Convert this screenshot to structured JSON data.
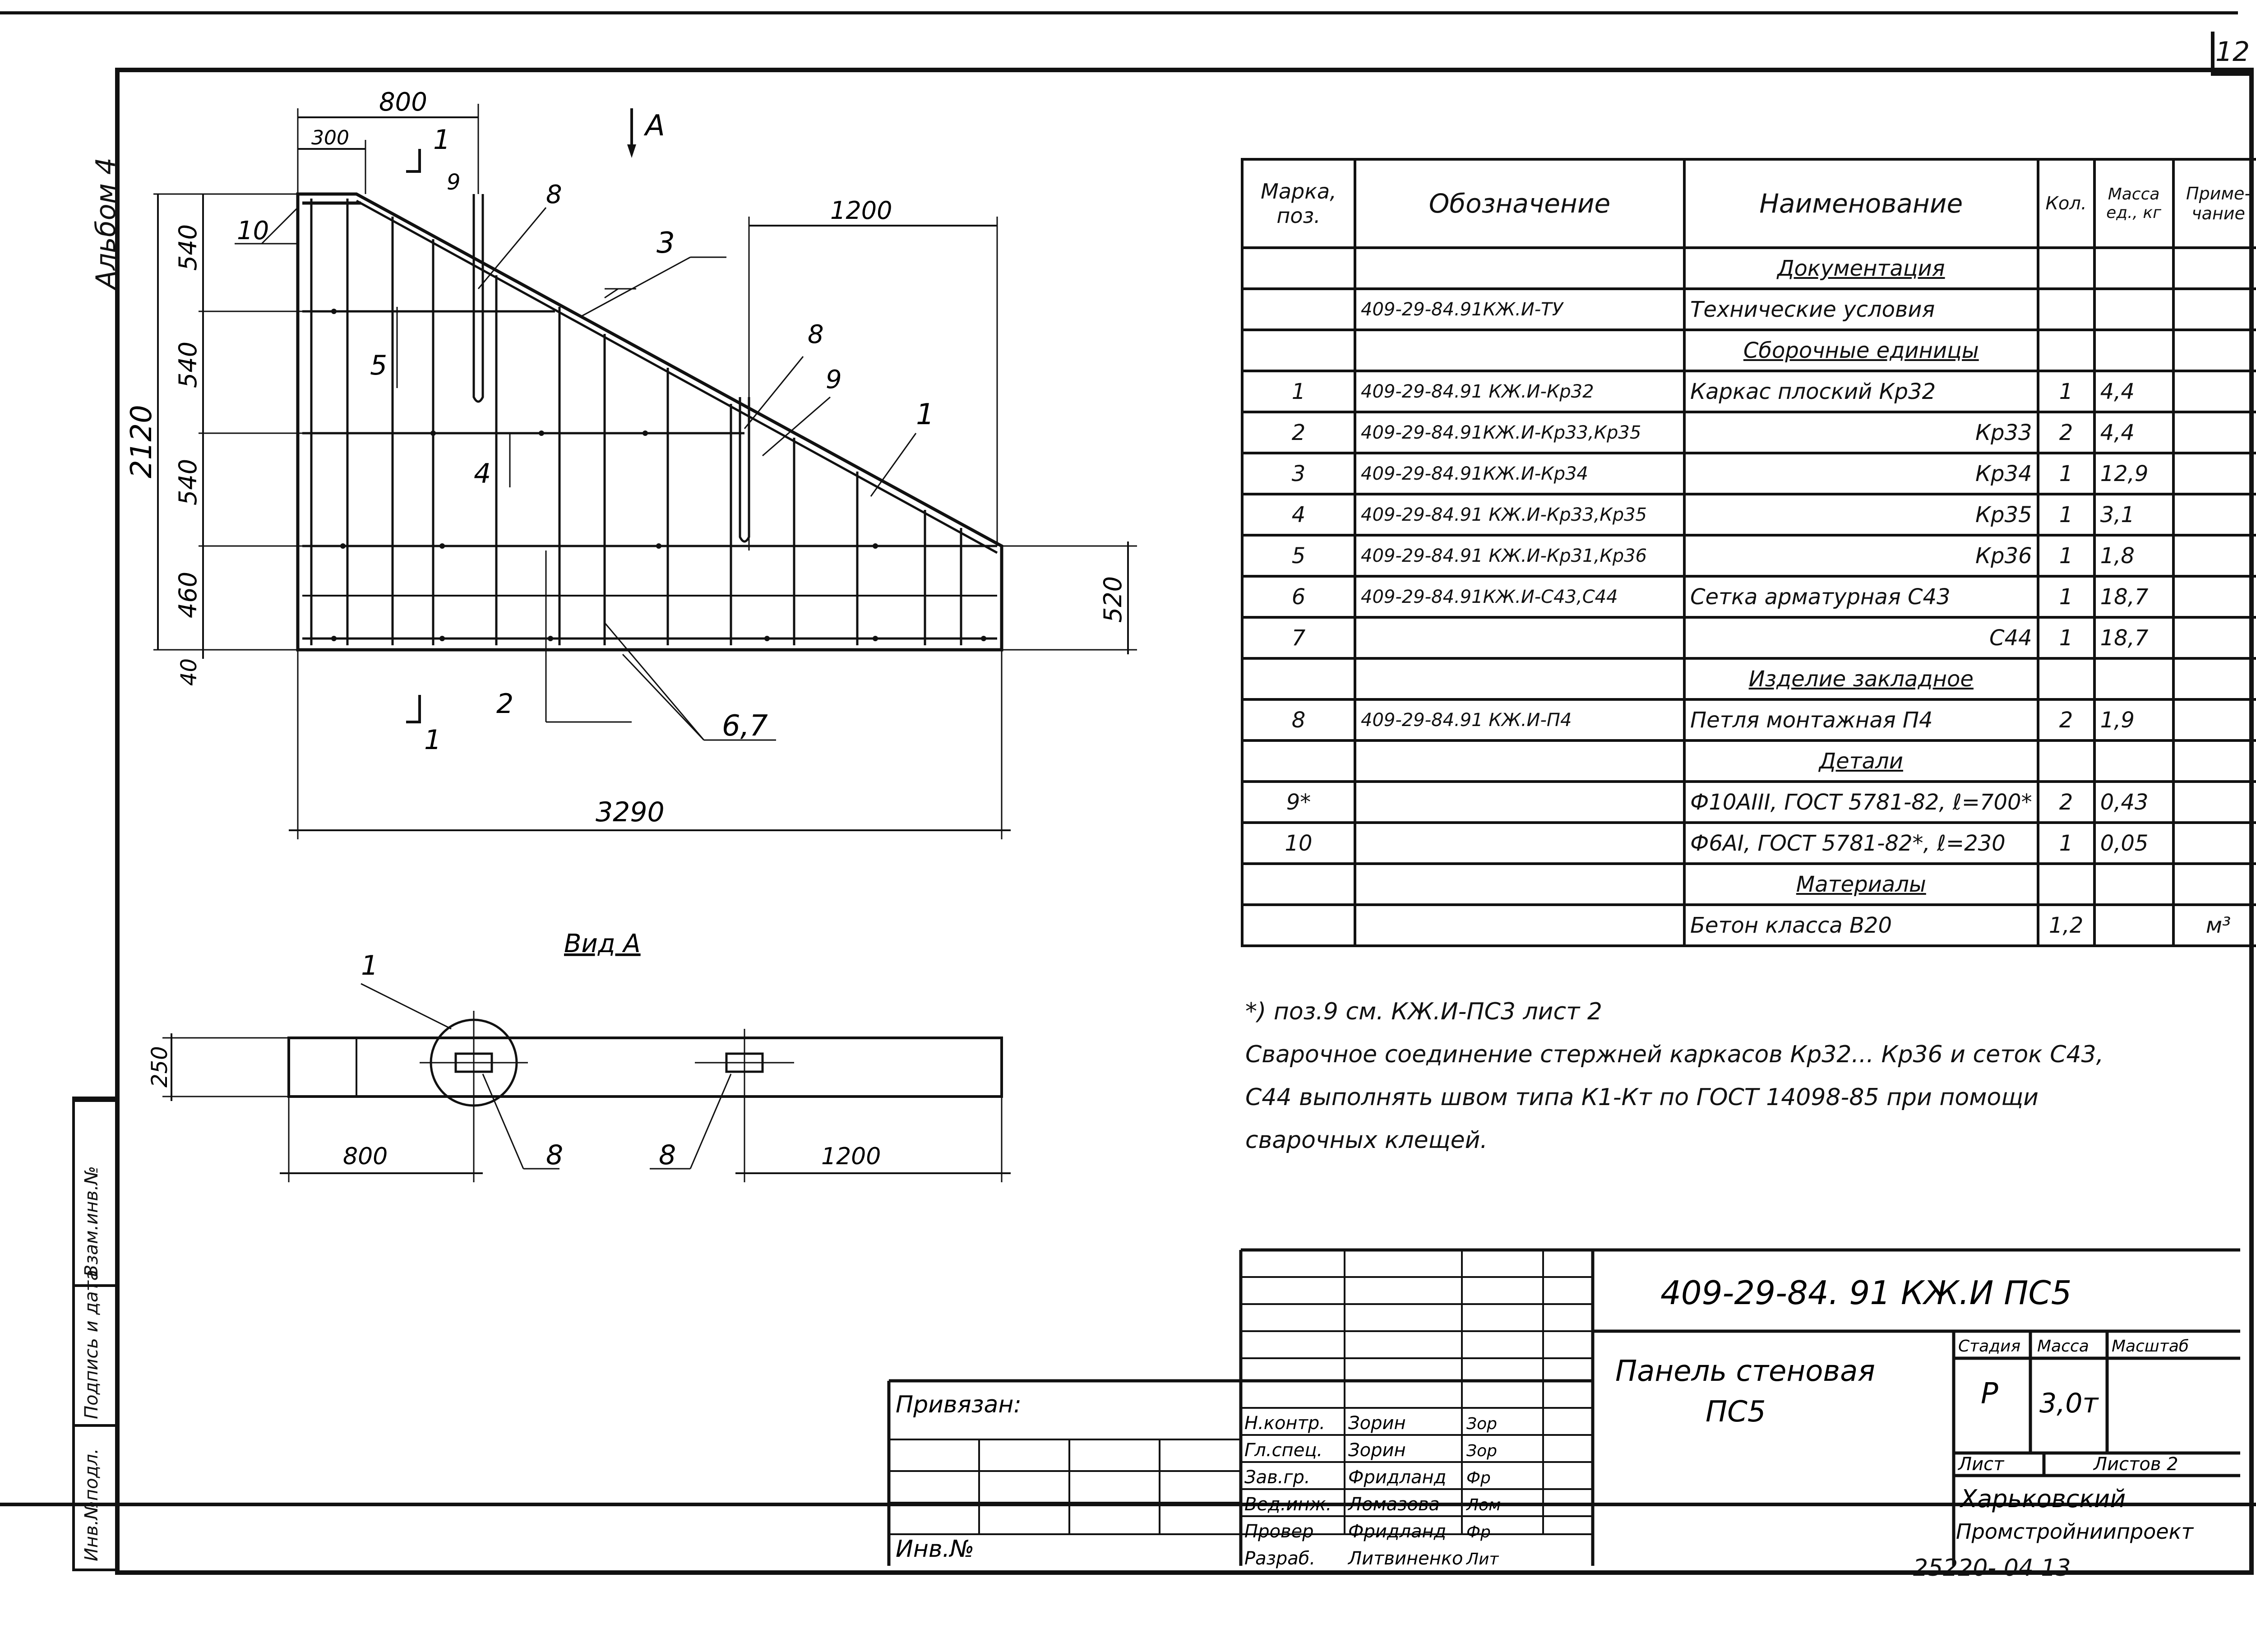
{
  "sheet": {
    "number": "12",
    "album_label": "Альбом 4",
    "bottom_code": "25220- 04 13"
  },
  "drawing": {
    "dims": {
      "d800": "800",
      "d300": "300",
      "d1200": "1200",
      "d2120": "2120",
      "d540a": "540",
      "d540b": "540",
      "d540c": "540",
      "d460": "460",
      "d40": "40",
      "d520": "520",
      "d3290": "3290",
      "v250": "250",
      "v800": "800",
      "v1200": "1200"
    },
    "callouts": {
      "c1": "1",
      "c2": "2",
      "c3": "3",
      "c4": "4",
      "c5": "5",
      "c67": "6,7",
      "c8a": "8",
      "c8b": "8",
      "c9a": "9",
      "c9b": "9",
      "c10": "10",
      "cut1a": "1",
      "cut1b": "1",
      "viewA_arrow": "A",
      "v_c1": "1",
      "v_c8a": "8",
      "v_c8b": "8"
    },
    "view_a_title": "Вид A"
  },
  "spec": {
    "headers": [
      "Марка, поз.",
      "Обозначение",
      "Наименование",
      "Кол.",
      "Масса ед., кг",
      "Приме-чание"
    ],
    "rows": [
      {
        "pos": "",
        "code": "",
        "name": "Документация",
        "qty": "",
        "mass": "",
        "note": "",
        "section": true
      },
      {
        "pos": "",
        "code": "409-29-84.91КЖ.И-ТУ",
        "name": "Технические условия",
        "qty": "",
        "mass": "",
        "note": ""
      },
      {
        "pos": "",
        "code": "",
        "name": "Сборочные единицы",
        "qty": "",
        "mass": "",
        "note": "",
        "section": true
      },
      {
        "pos": "1",
        "code": "409-29-84.91 КЖ.И-Кр32",
        "name": "Каркас плоский  Кр32",
        "qty": "1",
        "mass": "4,4",
        "note": ""
      },
      {
        "pos": "2",
        "code": "409-29-84.91КЖ.И-Кр33,Кр35",
        "name": "Кр33",
        "qty": "2",
        "mass": "4,4",
        "note": "",
        "right": true
      },
      {
        "pos": "3",
        "code": "409-29-84.91КЖ.И-Кр34",
        "name": "Кр34",
        "qty": "1",
        "mass": "12,9",
        "note": "",
        "right": true
      },
      {
        "pos": "4",
        "code": "409-29-84.91 КЖ.И-Кр33,Кр35",
        "name": "Кр35",
        "qty": "1",
        "mass": "3,1",
        "note": "",
        "right": true
      },
      {
        "pos": "5",
        "code": "409-29-84.91 КЖ.И-Кр31,Кр36",
        "name": "Кр36",
        "qty": "1",
        "mass": "1,8",
        "note": "",
        "right": true
      },
      {
        "pos": "6",
        "code": "409-29-84.91КЖ.И-С43,С44",
        "name": "Сетка арматурная С43",
        "qty": "1",
        "mass": "18,7",
        "note": ""
      },
      {
        "pos": "7",
        "code": "",
        "name": "С44",
        "qty": "1",
        "mass": "18,7",
        "note": "",
        "right": true
      },
      {
        "pos": "",
        "code": "",
        "name": "Изделие закладное",
        "qty": "",
        "mass": "",
        "note": "",
        "section": true
      },
      {
        "pos": "8",
        "code": "409-29-84.91 КЖ.И-П4",
        "name": "Петля монтажная П4",
        "qty": "2",
        "mass": "1,9",
        "note": ""
      },
      {
        "pos": "",
        "code": "",
        "name": "Детали",
        "qty": "",
        "mass": "",
        "note": "",
        "section": true
      },
      {
        "pos": "9*",
        "code": "",
        "name": "Ф10АIII, ГОСТ 5781-82, ℓ=700*",
        "qty": "2",
        "mass": "0,43",
        "note": ""
      },
      {
        "pos": "10",
        "code": "",
        "name": "Ф6АI, ГОСТ 5781-82*, ℓ=230",
        "qty": "1",
        "mass": "0,05",
        "note": ""
      },
      {
        "pos": "",
        "code": "",
        "name": "Материалы",
        "qty": "",
        "mass": "",
        "note": "",
        "section": true
      },
      {
        "pos": "",
        "code": "",
        "name": "Бетон класса В20",
        "qty": "1,2",
        "mass": "",
        "note": "м³"
      }
    ]
  },
  "notes": {
    "line1": "*) поз.9 см. КЖ.И-ПС3 лист 2",
    "line2": "Сварочное соединение стержней каркасов Кр32... Кр36 и сеток С43,",
    "line3": "С44 выполнять швом типа К1-Кт по ГОСТ 14098-85 при помощи",
    "line4": "сварочных клещей."
  },
  "stamp": {
    "doc_code": "409-29-84. 91   КЖ.И ПС5",
    "title_line1": "Панель стеновая",
    "title_line2": "ПС5",
    "stage_label": "Стадия",
    "mass_label": "Масса",
    "scale_label": "Масштаб",
    "stage": "Р",
    "mass": "3,0т",
    "sheet_label": "Лист",
    "sheets_label": "Листов 2",
    "org_line1": "Харьковский",
    "org_line2": "Промстройниипроект",
    "bound_label": "Привязан:",
    "inv_label": "Инв.№",
    "signers": [
      {
        "role": "Н.контр.",
        "name": "Зорин",
        "sign": "Зор"
      },
      {
        "role": "Гл.спец.",
        "name": "Зорин",
        "sign": "Зор"
      },
      {
        "role": "Зав.гр.",
        "name": "Фридланд",
        "sign": "Фр"
      },
      {
        "role": "Вед.инж.",
        "name": "Ломазова",
        "sign": "Лом"
      },
      {
        "role": "Провер",
        "name": "Фридланд",
        "sign": "Фр"
      },
      {
        "role": "Разраб.",
        "name": "Литвиненко",
        "sign": "Лит"
      }
    ]
  },
  "sidebar": {
    "l1": "Инв.№подл.",
    "l2": "Подпись и дата",
    "l3": "Взам.инв.№"
  }
}
